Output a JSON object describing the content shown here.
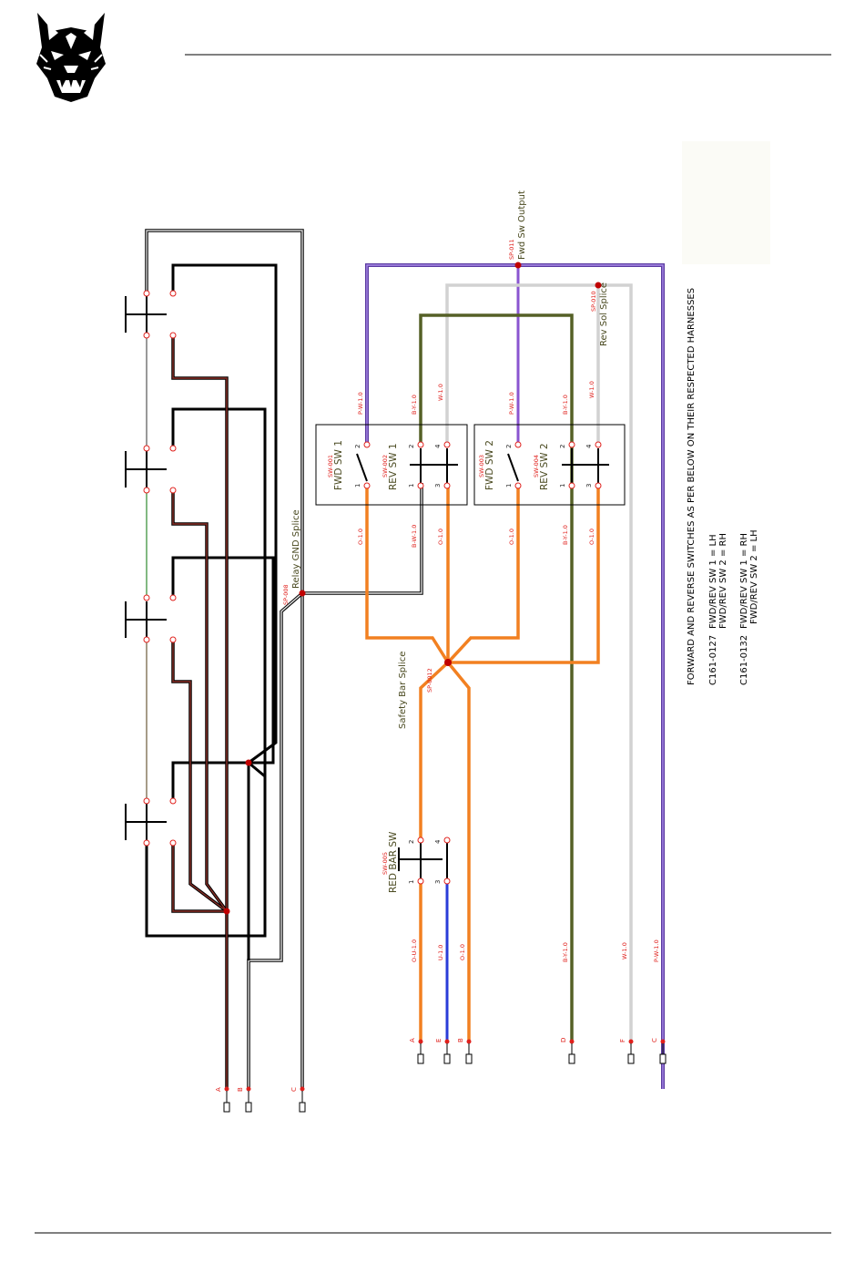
{
  "colors": {
    "orange": "#f28021",
    "brown": "#7a2a22",
    "olive": "#556026",
    "purple": "#8a55d0",
    "light_gray": "#d2d2d2",
    "blue": "#2a3cd8",
    "black": "#000000",
    "red_label": "#e0201c",
    "dark_red": "#c00000"
  },
  "logo": {
    "icon": "wolf-head-logo"
  },
  "splices": {
    "fwd_sw_output": {
      "id": "SP-011",
      "name": "Fwd Sw Output"
    },
    "rev_sol_splice": {
      "id": "SP-010",
      "name": "Rev Sol Splice"
    },
    "relay_gnd_splice": {
      "id": "SP-008",
      "name": "Relay GND Splice"
    },
    "safety_bar_splice": {
      "id": "SP-0012",
      "name": "Safety Bar Splice"
    }
  },
  "switches": {
    "fwd_sw_1": {
      "id": "SW-001",
      "name": "FWD SW 1"
    },
    "rev_sw_1": {
      "id": "SW-002",
      "name": "REV SW 1"
    },
    "fwd_sw_2": {
      "id": "SW-003",
      "name": "FWD SW 2"
    },
    "rev_sw_2": {
      "id": "SW-004",
      "name": "REV SW 2"
    },
    "red_bar_sw": {
      "id": "SW-005",
      "name": "RED BAR SW"
    }
  },
  "pins": {
    "p1": "1",
    "p2": "2",
    "p3": "3",
    "p4": "4"
  },
  "wires": {
    "pw": "P-W-1.0",
    "by": "B-Y-1.0",
    "w": "W-1.0",
    "o": "O-1.0",
    "bw": "B-W-1.0",
    "ou": "O-U-1.0",
    "u": "U-1.0"
  },
  "connectors_left": [
    {
      "letter": "A"
    },
    {
      "letter": "B"
    },
    {
      "letter": "C"
    }
  ],
  "connectors_right": [
    {
      "letter": "A",
      "wire": "O-U-1.0"
    },
    {
      "letter": "E",
      "wire": "U-1.0"
    },
    {
      "letter": "B",
      "wire": "O-1.0"
    },
    {
      "letter": "D",
      "wire": "B-Y-1.0"
    },
    {
      "letter": "F",
      "wire": "W-1.0"
    },
    {
      "letter": "C",
      "wire": "P-W-1.0"
    }
  ],
  "notes": {
    "heading": "FORWARD AND REVERSE SWITCHES AS PER BELOW ON THEIR RESPECTED HARNESSES",
    "line1_code": "C161-0127",
    "line1_sw1": "FWD/REV SW 1 = LH",
    "line1_sw2": "FWD/REV SW 2 = RH",
    "line2_code": "C161-0132",
    "line2_sw1": "FWD/REV SW 1 = RH",
    "line2_sw2": "FWD/REV SW 2 = LH"
  }
}
